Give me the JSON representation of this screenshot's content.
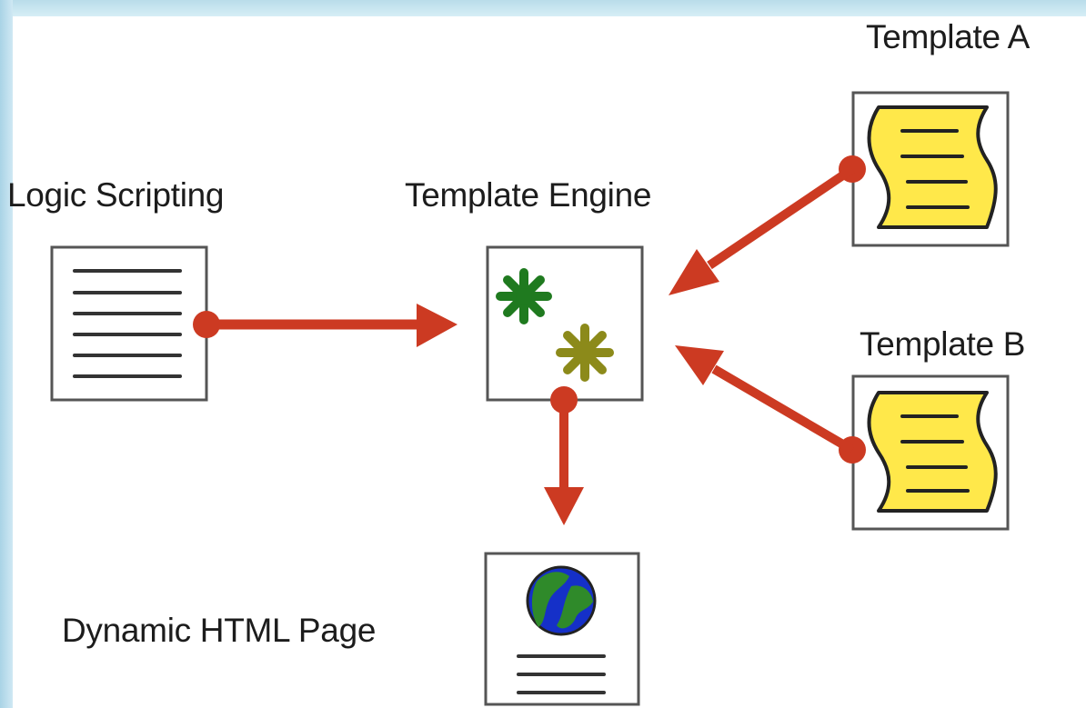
{
  "labels": {
    "template_a": "Template A",
    "template_b": "Template B",
    "logic_scripting": "Logic Scripting",
    "template_engine": "Template Engine",
    "dynamic_html_page": "Dynamic HTML Page"
  },
  "colors": {
    "arrow": "#cc3a22",
    "paper": "#ffe84a",
    "gear_primary": "#1f7a1f",
    "gear_secondary": "#8c8a1a",
    "globe_water": "#1530c8",
    "globe_land": "#2f8a2a",
    "box_border": "#555555"
  },
  "icons": {
    "logic_scripting": "text-document-icon",
    "template_engine": "gears-icon",
    "template_a": "wavy-paper-icon",
    "template_b": "wavy-paper-icon",
    "dynamic_html_page": "globe-document-icon"
  }
}
